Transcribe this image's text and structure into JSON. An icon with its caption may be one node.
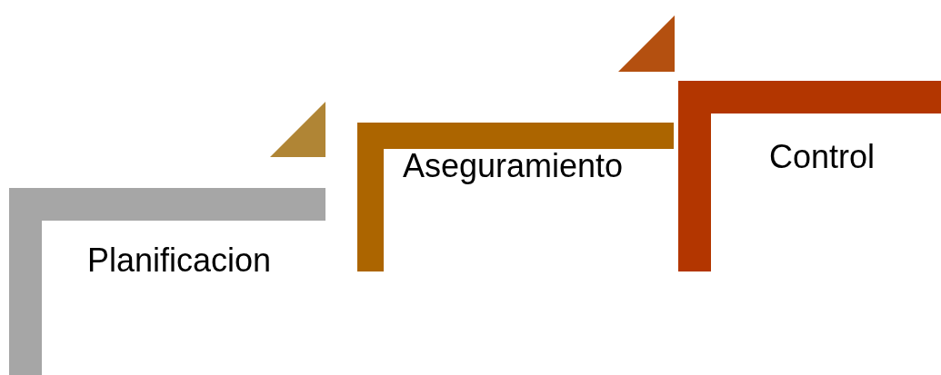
{
  "diagram": {
    "nodes": [
      {
        "text": [
          "Planificacion"
        ]
      },
      {
        "text": [
          "Aseguramiento"
        ]
      },
      {
        "text": [
          "Control"
        ]
      }
    ]
  }
}
